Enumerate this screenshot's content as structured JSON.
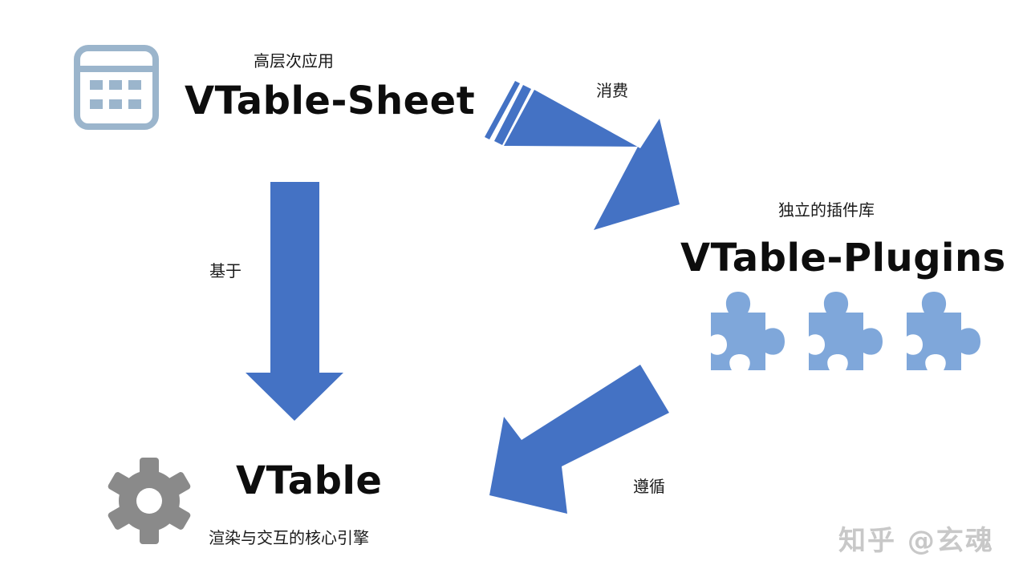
{
  "top_node": {
    "caption": "高层次应用",
    "title": "VTable-Sheet",
    "icon": "spreadsheet-grid-icon"
  },
  "right_node": {
    "caption": "独立的插件库",
    "title": "VTable-Plugins",
    "icon": "puzzle-piece-icon"
  },
  "bottom_node": {
    "title": "VTable",
    "caption": "渲染与交互的核心引擎",
    "icon": "gear-icon"
  },
  "edges": {
    "sheet_to_vtable": "基于",
    "sheet_to_plugins": "消费",
    "plugins_to_vtable": "遵循"
  },
  "watermark": "知乎 @玄魂",
  "colors": {
    "arrow": "#4472C4",
    "puzzle": "#7FA7DA",
    "grid_icon": "#9BB5CC",
    "gear": "#8A8A8A"
  }
}
